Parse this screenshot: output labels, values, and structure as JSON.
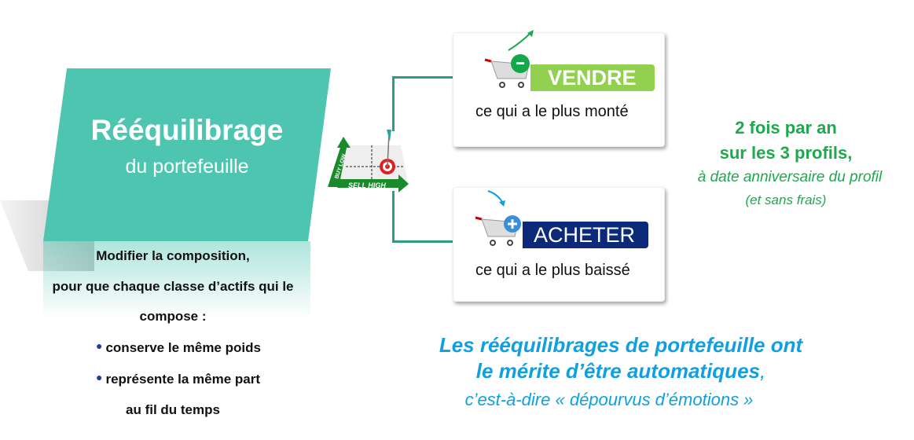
{
  "main": {
    "title": "Rééquilibrage",
    "subtitle": "du portefeuille"
  },
  "description": {
    "lines": [
      "Modifier la composition,",
      "pour que chaque classe d’actifs qui le",
      "compose :"
    ],
    "bullets": [
      "conserve le même poids",
      "représente la même part"
    ],
    "last": "au fil du temps"
  },
  "matrix": {
    "y_label": "BUY LOW",
    "x_label": "SELL HIGH"
  },
  "sell": {
    "label": "VENDRE",
    "description": "ce qui a le plus monté",
    "sign": "-",
    "color": "#92d050"
  },
  "buy": {
    "label": "ACHETER",
    "description": "ce qui a le plus baissé",
    "sign": "+",
    "color": "#0d2a7a"
  },
  "frequency": {
    "line1": "2 fois par an",
    "line2": "sur les 3 profils,",
    "line3": "à date anniversaire du profil",
    "line4": "(et sans frais)"
  },
  "conclusion": {
    "line1": "Les rééquilibrages de portefeuille ont",
    "line2": "le mérite d’être automatiques",
    "line2_suffix": ",",
    "line3": "c’est-à-dire « dépourvus d’émotions »"
  }
}
